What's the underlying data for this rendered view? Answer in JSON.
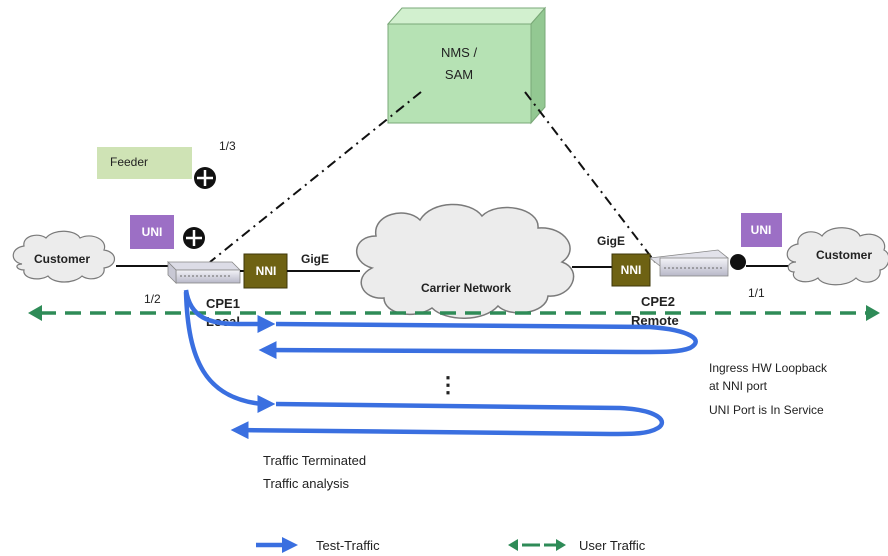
{
  "colors": {
    "test_traffic": "#3a6fe0",
    "user_traffic": "#2e8b57",
    "nms_box": "#b6e2b4",
    "nms_box_top": "#d2f0cf",
    "nms_box_side": "#93c892",
    "feeder": "#cfe3b5",
    "uni": "#9c6fc5",
    "nni": "#6e6213",
    "cloud_fill": "#ececec",
    "cloud_stroke": "#7a7a7a"
  },
  "nms": {
    "line1": "NMS /",
    "line2": "SAM"
  },
  "feeder": {
    "label": "Feeder",
    "port": "1/3",
    "icon": "circled-plus-icon"
  },
  "local": {
    "uni_label": "UNI",
    "nni_label": "NNI",
    "device_line1": "CPE1",
    "device_line2": "Local",
    "port": "1/2",
    "link_label": "GigE",
    "icon": "circled-plus-icon"
  },
  "remote": {
    "uni_label": "UNI",
    "nni_label": "NNI",
    "device_line1": "CPE2",
    "device_line2": "Remote",
    "port": "1/1",
    "link_label": "GigE"
  },
  "clouds": {
    "customer_left": "Customer",
    "carrier": "Carrier Network",
    "customer_right": "Customer"
  },
  "notes": {
    "loopback_line1": "Ingress HW Loopback",
    "loopback_line2": "at NNI port",
    "uni_status": "UNI Port is In Service",
    "terminated": "Traffic Terminated",
    "analysis": "Traffic analysis",
    "ellipsis": "⋮"
  },
  "legend": {
    "test_traffic": "Test-Traffic",
    "user_traffic": "User Traffic"
  }
}
